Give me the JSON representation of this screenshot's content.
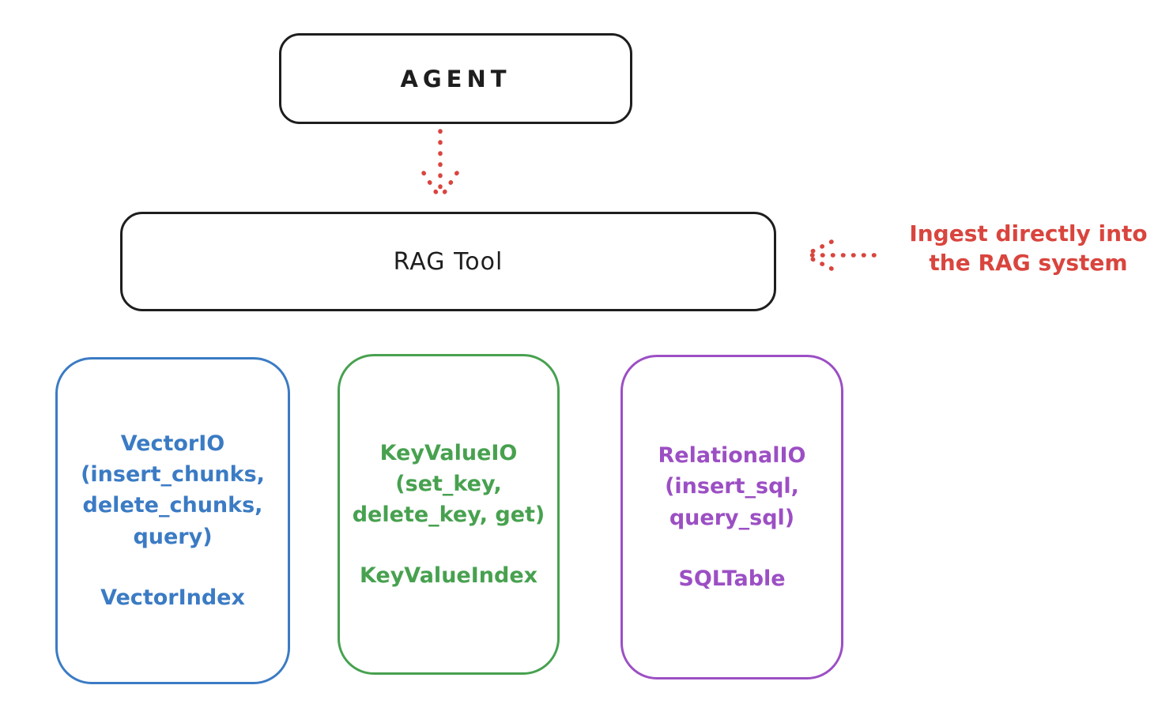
{
  "colors": {
    "ink": "#1e1e1e",
    "red": "#d9453e",
    "blue": "#3b7bc4",
    "green": "#47a14f",
    "purple": "#9c4fc4",
    "background": "#ffffff"
  },
  "agent_box": {
    "label": "AGENT"
  },
  "rag_tool_box": {
    "label": "RAG Tool"
  },
  "arrows": {
    "agent_to_rag": "dotted-arrow-down",
    "ingest_pointer": "dotted-arrow-left"
  },
  "ingest_annotation": {
    "line1": "Ingest directly into",
    "line2": "the RAG system"
  },
  "io_boxes": [
    {
      "name": "vector-io",
      "color": "#3b7bc4",
      "lines": [
        "VectorIO",
        "(insert_chunks,",
        "delete_chunks,",
        "query)"
      ],
      "index_label": "VectorIndex"
    },
    {
      "name": "keyvalue-io",
      "color": "#47a14f",
      "lines": [
        "KeyValueIO",
        "(set_key,",
        "delete_key, get)"
      ],
      "index_label": "KeyValueIndex"
    },
    {
      "name": "relational-io",
      "color": "#9c4fc4",
      "lines": [
        "RelationalIO",
        "(insert_sql,",
        "query_sql)"
      ],
      "index_label": "SQLTable"
    }
  ]
}
